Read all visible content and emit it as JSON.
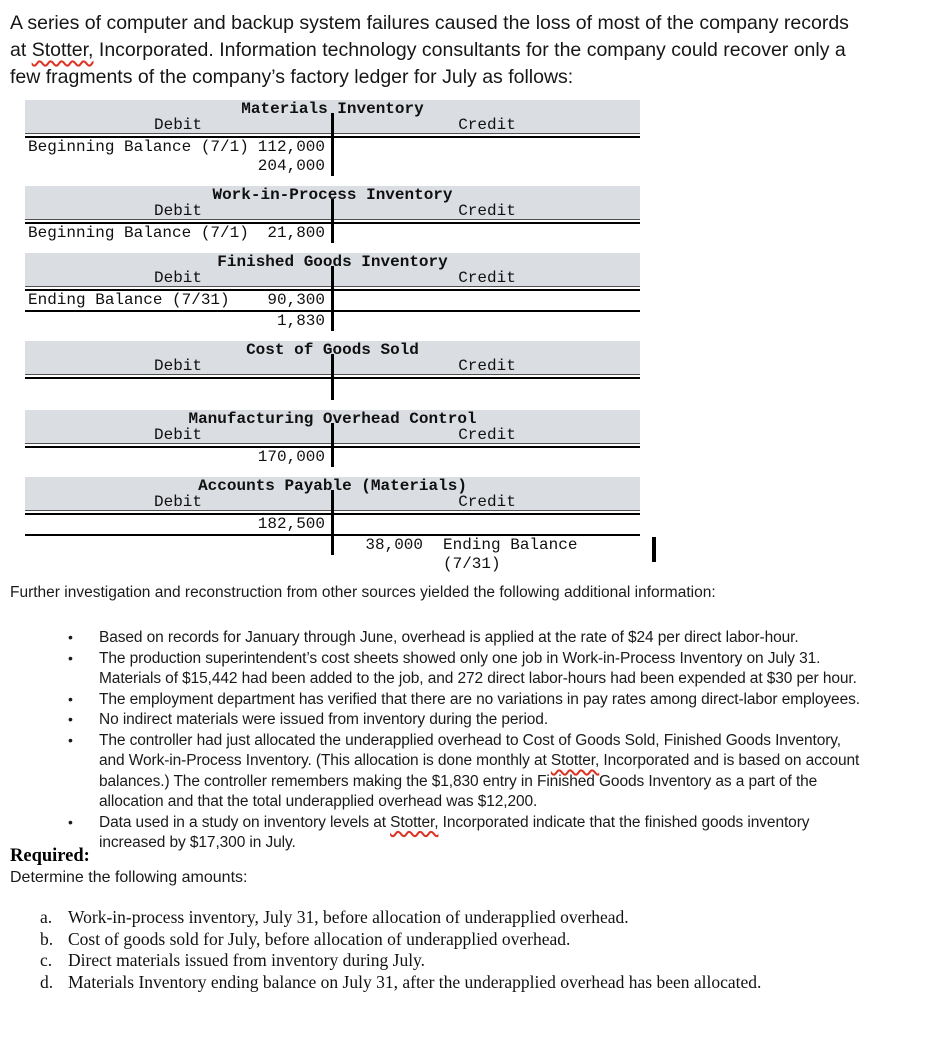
{
  "colors": {
    "account_header_bg": "#dadde2",
    "squiggle_red": "#dd3222",
    "rule_black": "#000000"
  },
  "intro": {
    "lines": [
      [
        {
          "t": "A series of computer and backup system failures caused the loss of most of the company records"
        }
      ],
      [
        {
          "t": "at "
        },
        {
          "t": "Stotter,",
          "sp": true
        },
        {
          "t": " Incorporated. Information technology consultants for the company could recover only a"
        }
      ],
      [
        {
          "t": "few fragments of the company’s factory ledger for July as follows:"
        }
      ]
    ]
  },
  "accounts": [
    {
      "title": "Materials Inventory",
      "debit_label": "Debit",
      "credit_label": "Credit",
      "rows": [
        {
          "label": "Beginning Balance (7/1)",
          "debit": "112,000"
        },
        {
          "debit": "204,000"
        }
      ]
    },
    {
      "title": "Work-in-Process Inventory",
      "debit_label": "Debit",
      "credit_label": "Credit",
      "rows": [
        {
          "label": "Beginning Balance (7/1)",
          "debit": "21,800"
        }
      ]
    },
    {
      "title": "Finished Goods Inventory",
      "debit_label": "Debit",
      "credit_label": "Credit",
      "rows": [
        {
          "label": "Ending Balance (7/31)",
          "debit": "90,300",
          "rule_below": true
        },
        {
          "debit": "1,830"
        }
      ]
    },
    {
      "title": "Cost of Goods Sold",
      "debit_label": "Debit",
      "credit_label": "Credit",
      "rows": []
    },
    {
      "title": "Manufacturing Overhead Control",
      "debit_label": "Debit",
      "credit_label": "Credit",
      "rows": [
        {
          "debit": "170,000"
        }
      ]
    },
    {
      "title": "Accounts Payable (Materials)",
      "debit_label": "Debit",
      "credit_label": "Credit",
      "rows": [
        {
          "debit": "182,500",
          "rule_below": true
        },
        {
          "credit": "38,000",
          "credit_label": "Ending Balance (7/31)"
        }
      ]
    }
  ],
  "further_info": "Further investigation and reconstruction from other sources yielded the following additional information:",
  "bullets": [
    {
      "lines": [
        [
          {
            "t": "Based on records for January through June, overhead is applied at the rate of $24 per direct labor-hour."
          }
        ]
      ]
    },
    {
      "lines": [
        [
          {
            "t": "The production superintendent’s cost sheets showed only one job in Work-in-Process Inventory on July 31."
          }
        ],
        [
          {
            "t": "Materials of $15,442 had been added to the job, and 272 direct labor-hours had been expended at $30 per hour."
          }
        ]
      ]
    },
    {
      "lines": [
        [
          {
            "t": "The employment department has verified that there are no variations in pay rates among direct-labor employees."
          }
        ]
      ]
    },
    {
      "lines": [
        [
          {
            "t": "No indirect materials were issued from inventory during the period."
          }
        ]
      ]
    },
    {
      "lines": [
        [
          {
            "t": "The controller had just allocated the underapplied overhead to Cost of Goods Sold, Finished Goods Inventory,"
          }
        ],
        [
          {
            "t": "and Work-in-Process Inventory. (This allocation is done monthly at "
          },
          {
            "t": "Stotter,",
            "sp": true
          },
          {
            "t": " Incorporated and is based on account"
          }
        ],
        [
          {
            "t": "balances.) The controller remembers making the $1,830 entry in Finished Goods Inventory as a part of the"
          }
        ],
        [
          {
            "t": "allocation and that the total underapplied overhead was $12,200."
          }
        ]
      ]
    },
    {
      "lines": [
        [
          {
            "t": "Data used in a study on inventory levels at "
          },
          {
            "t": "Stotter,",
            "sp": true
          },
          {
            "t": " Incorporated indicate that the finished goods inventory"
          }
        ],
        [
          {
            "t": "increased by $17,300 in July."
          }
        ]
      ]
    }
  ],
  "required": {
    "heading": "Required:",
    "intro": "Determine the following amounts:",
    "items": [
      {
        "marker": "a.",
        "text": "Work-in-process inventory, July 31, before allocation of underapplied overhead."
      },
      {
        "marker": "b.",
        "text": "Cost of goods sold for July, before allocation of underapplied overhead."
      },
      {
        "marker": "c.",
        "text": "Direct materials issued from inventory during July."
      },
      {
        "marker": "d.",
        "text": "Materials Inventory ending balance on July 31, after the underapplied overhead has been allocated."
      }
    ]
  }
}
